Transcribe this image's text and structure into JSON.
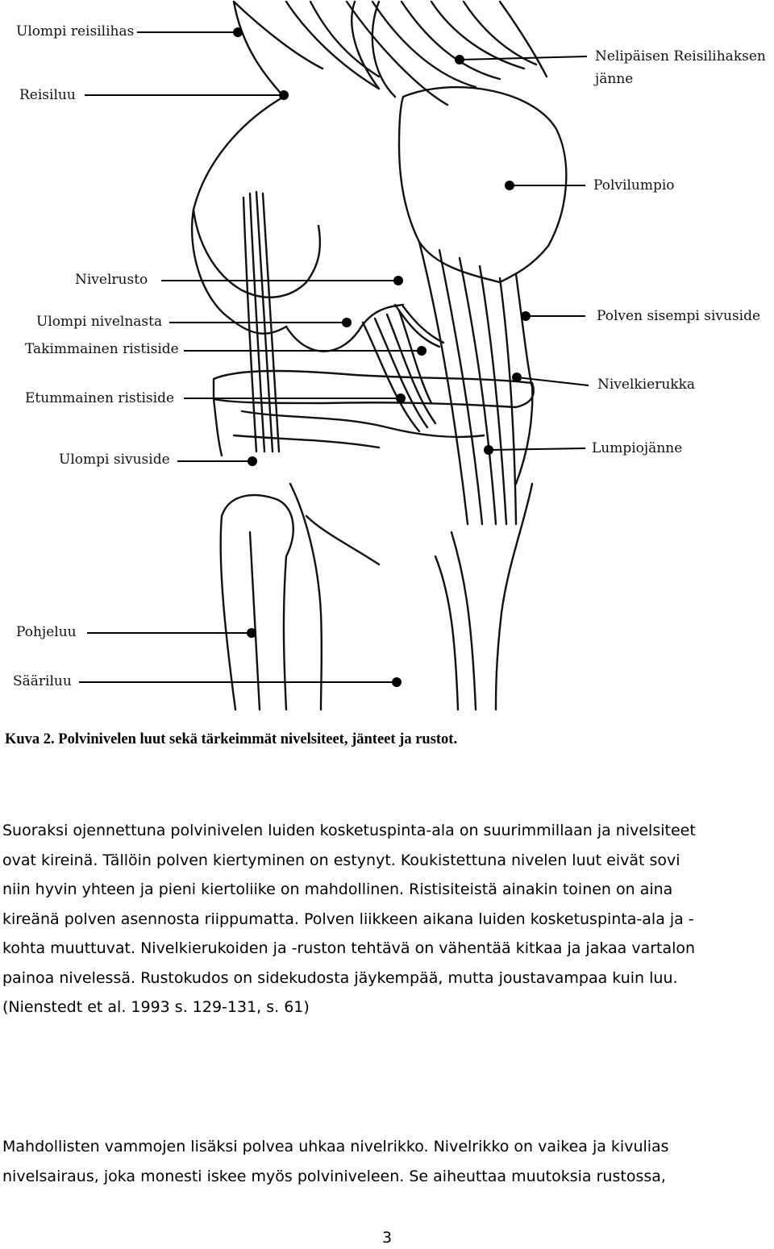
{
  "figure": {
    "labels": {
      "ulompi_reisilihas": "Ulompi reisilihas",
      "reisiluu": "Reisiluu",
      "nelipaisen_1": "Nelipäisen Reisilihaksen",
      "nelipaisen_2": "jänne",
      "polvilumpio": "Polvilumpio",
      "nivelrusto": "Nivelrusto",
      "ulompi_nivelnasta": "Ulompi nivelnasta",
      "takimmainen_ristiside": "Takimmainen ristiside",
      "etummainen_ristiside": "Etummainen ristiside",
      "polven_sisempi_sivuside": "Polven sisempi sivuside",
      "nivelkierukka": "Nivelkierukka",
      "lumpiojanne": "Lumpiojänne",
      "ulompi_sivuside": "Ulompi sivuside",
      "pohjeluu": "Pohjeluu",
      "saariluu": "Sääriluu"
    }
  },
  "caption": "Kuva 2. Polvinivelen luut sekä tärkeimmät nivelsiteet, jänteet ja rustot.",
  "paragraph1": [
    "Suoraksi ojennettuna polvinivelen luiden kosketuspinta-ala on suurimmillaan ja nivelsiteet",
    "ovat kireinä. Tällöin polven kiertyminen on estynyt. Koukistettuna nivelen luut eivät sovi",
    "niin hyvin yhteen ja pieni kiertoliike on mahdollinen. Ristisiteistä ainakin toinen on aina",
    "kireänä polven asennosta riippumatta. Polven liikkeen aikana luiden kosketuspinta-ala ja -",
    "kohta muuttuvat. Nivelkierukoiden ja -ruston tehtävä on vähentää kitkaa ja jakaa vartalon",
    "painoa nivelessä. Rustokudos on sidekudosta jäykempää, mutta joustavampaa kuin luu.",
    "(Nienstedt et al. 1993 s. 129-131, s. 61)"
  ],
  "paragraph2": [
    "Mahdollisten vammojen lisäksi polvea uhkaa nivelrikko. Nivelrikko on vaikea ja kivulias",
    "nivelsairaus, joka monesti iskee myös polviniveleen.  Se aiheuttaa muutoksia rustossa,"
  ],
  "page_number": "3"
}
